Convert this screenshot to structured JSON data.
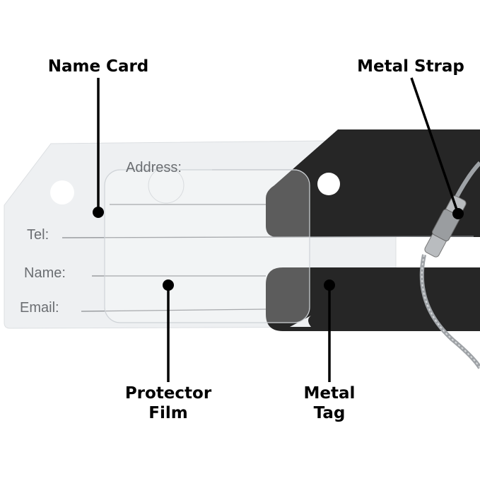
{
  "card_fields": {
    "address": "Address:",
    "tel": "Tel:",
    "name": "Name:",
    "email": "Email:"
  },
  "callouts": {
    "name_card": "Name Card",
    "metal_strap": "Metal Strap",
    "protector_film_line1": "Protector",
    "protector_film_line2": "Film",
    "metal_tag_line1": "Metal",
    "metal_tag_line2": "Tag"
  },
  "colors": {
    "card": "#eef0f2",
    "metal_tag": "#262626",
    "callout": "#000000",
    "field_text": "#6b6e72"
  }
}
